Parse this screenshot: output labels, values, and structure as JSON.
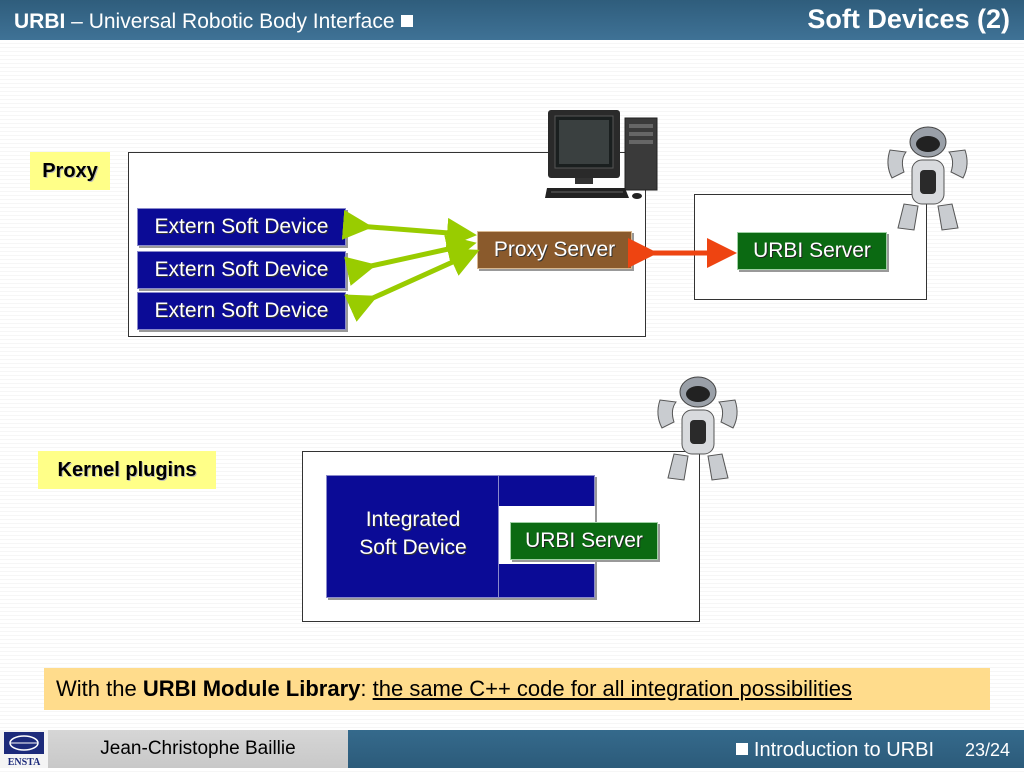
{
  "header": {
    "subtitle_bold": "URBI",
    "subtitle_rest": " – Universal Robotic Body Interface",
    "title": "Soft Devices (2)"
  },
  "proxy_section": {
    "tag": "Proxy",
    "devices": [
      "Extern Soft Device",
      "Extern Soft Device",
      "Extern Soft Device"
    ],
    "proxy_server": "Proxy Server",
    "urbi_server": "URBI Server"
  },
  "kernel_section": {
    "tag": "Kernel plugins",
    "integrated_line1": "Integrated",
    "integrated_line2": "Soft Device",
    "urbi_server": "URBI Server"
  },
  "bottom_note": {
    "prefix": "With the ",
    "bold": "URBI Module Library",
    "colon": ": ",
    "underlined": "the same C++ code for all integration possibilities"
  },
  "footer": {
    "logo_text": "ENSTA",
    "author": "Jean-Christophe Baillie",
    "topic": "Introduction to URBI",
    "page": "23/24"
  },
  "colors": {
    "header": "#3f7296",
    "blue_box": "#0b0b96",
    "green_box": "#0b6a12",
    "proxy_box": "#8a5a2c",
    "tag_yellow": "#ffff88",
    "note_orange": "#ffdc8c",
    "arrow_green": "#99cc00",
    "arrow_red": "#ee4411"
  }
}
